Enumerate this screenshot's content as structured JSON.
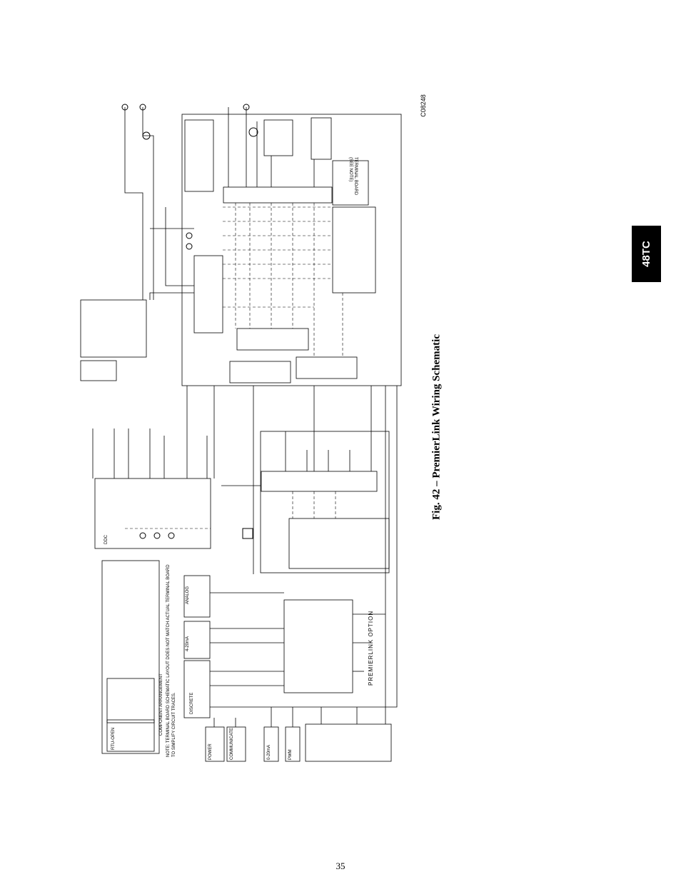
{
  "side_tab": {
    "label": "48TC"
  },
  "figure": {
    "caption": "Fig. 42 – PremierLink Wiring Schematic",
    "code": "C08248"
  },
  "schematic_labels": {
    "premierlink_option": "PREMIERLINK OPTION",
    "terminal_board": "TERMINAL BOARD",
    "see_note": "(SEE NOTE)",
    "component_arrangement": "COMPONENT ARRANGEMENT",
    "note_line1": "NOTE: TERMINAL BOARD SCHEMATIC LAYOUT DOES NOT MATCH ACTUAL TERMINAL BOARD",
    "note_line2": "TO SIMPLIFY CIRCUIT TRACES.",
    "discrete": "DISCRETE",
    "analog": "ANALOG",
    "ma_4_20": "4-20mA",
    "power": "POWER",
    "communicate": "COMMUNICATE",
    "pwm": "PWM",
    "ma_0_20": "0-20mA",
    "ddc": "DDC",
    "rtu_open": "RTU-OPEN"
  },
  "page": {
    "number": "35"
  }
}
